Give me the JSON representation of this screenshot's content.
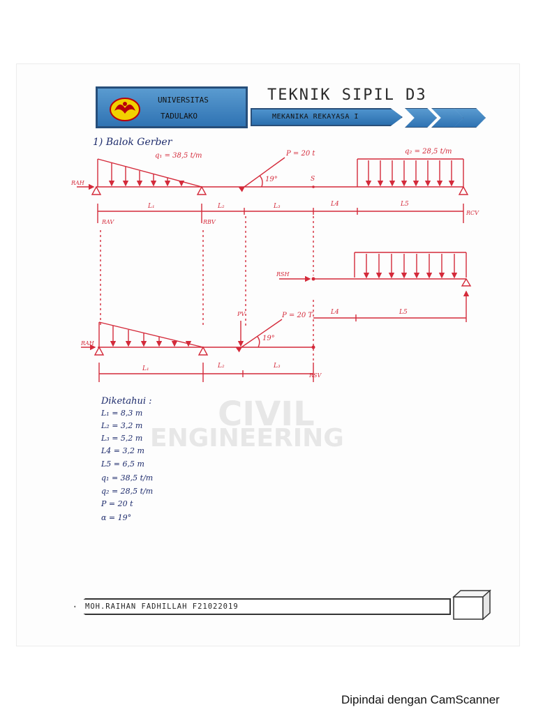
{
  "header": {
    "university_line1": "UNIVERSITAS",
    "university_line2": "TADULAKO",
    "course_title": "TEKNIK SIPIL D3",
    "subject": "MEKANIKA REKAYASA I"
  },
  "problem_title": "1) Balok Gerber",
  "watermark": {
    "line1": "CIVIL",
    "line2": "ENGINEERING"
  },
  "diagram1": {
    "q1_label": "q₁ = 38,5 t/m",
    "p_label": "P = 20 t",
    "angle_label": "19°",
    "q2_label": "q₂ = 28,5 t/m",
    "hinge_label": "S",
    "rah": "RAH",
    "rav": "RAV",
    "rbv": "RBV",
    "rcv": "RCV",
    "spans": [
      "L₁",
      "L₂",
      "L₃",
      "L4",
      "L5"
    ]
  },
  "diagram2": {
    "rsh": "RSH",
    "spans": [
      "L4",
      "L5"
    ]
  },
  "diagram3": {
    "pv": "PV",
    "p_label": "P = 20 T",
    "angle_label": "19°",
    "rah": "RAH",
    "rsv": "RSV",
    "spans": [
      "L₁",
      "L₂",
      "L₃"
    ]
  },
  "given": {
    "title": "Diketahui :",
    "items": [
      "L₁  = 8,3 m",
      "L₂  = 3,2 m",
      "L₃  = 5,2 m",
      "L4  = 3,2 m",
      "L5  = 6,5 m",
      "q₁  = 38,5 t/m",
      "q₂  = 28,5 t/m",
      "P   = 20 t",
      "α  = 19°"
    ]
  },
  "footer": {
    "student": "MOH.RAIHAN FADHILLAH F21022019"
  },
  "scanner_caption": "Dipindai dengan CamScanner"
}
